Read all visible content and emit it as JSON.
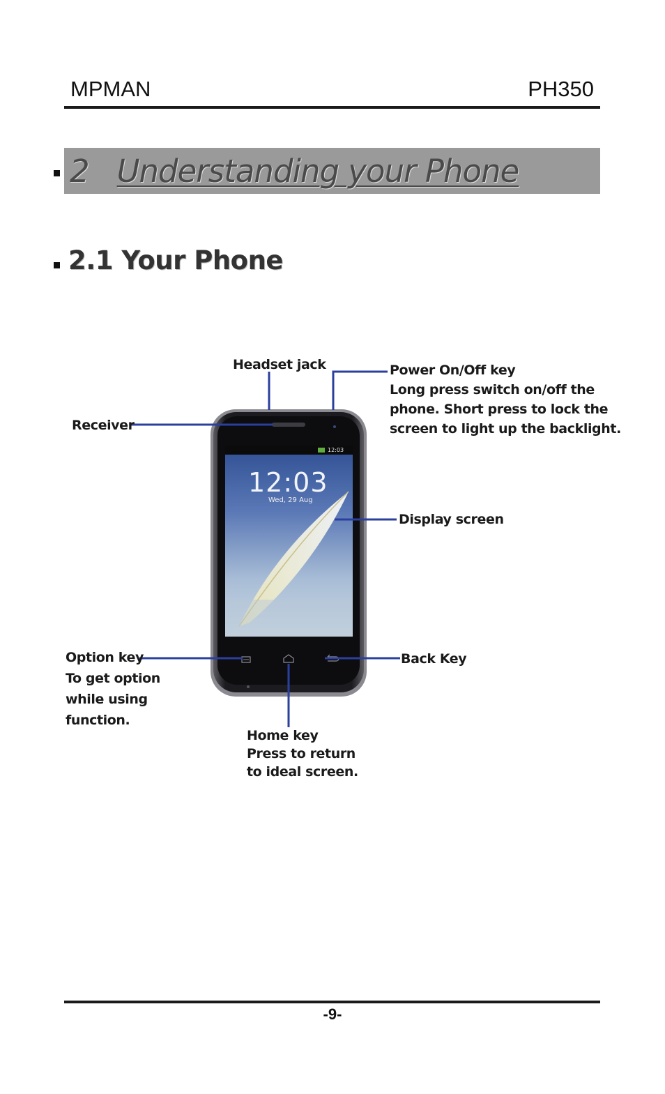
{
  "header": {
    "brand": "MPMAN",
    "model": "PH350"
  },
  "chapter": {
    "number": "2",
    "title": "Understanding your Phone"
  },
  "section": {
    "title": "2.1 Your Phone"
  },
  "phone_screen": {
    "time": "12:03",
    "date": "Wed, 29 Aug",
    "status_time": "12:03"
  },
  "labels": {
    "headset": "Headset jack",
    "power": {
      "title": "Power On/Off key",
      "lines": [
        "Long press switch on/off the",
        "phone. Short press to lock the",
        "screen to light up the backlight."
      ]
    },
    "receiver": "Receiver",
    "display": "Display screen",
    "option": {
      "title": "Option key",
      "lines": [
        "To get option",
        "while using",
        "function."
      ]
    },
    "back": "Back Key",
    "home": {
      "title": "Home key",
      "lines": [
        "Press to return",
        "to ideal screen."
      ]
    }
  },
  "colors": {
    "callout_line": "#2b3f9e",
    "chapter_bar": "#9a9a9a"
  },
  "footer": {
    "page": "-9-"
  }
}
